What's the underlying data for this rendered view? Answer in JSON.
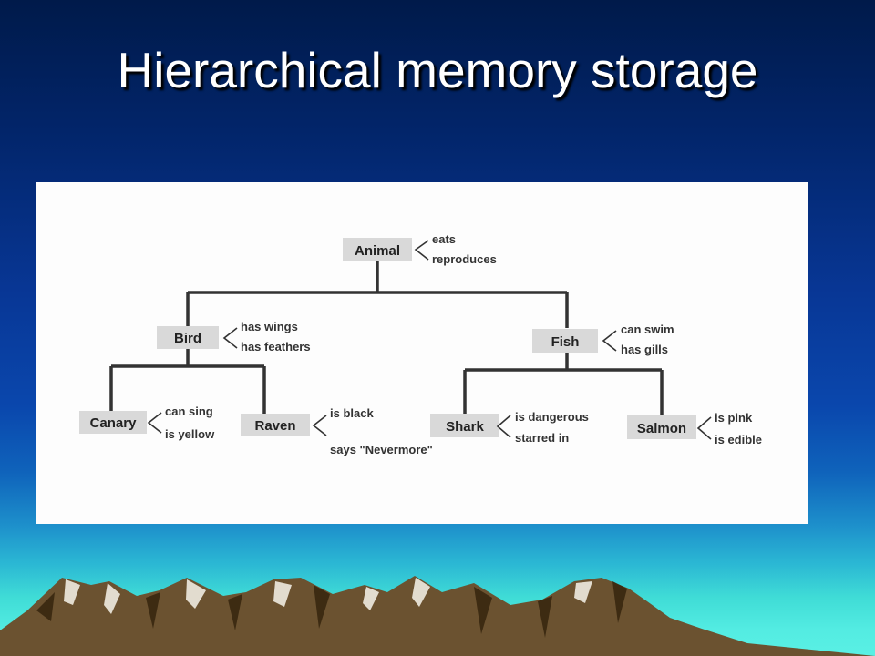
{
  "slide": {
    "title": "Hierarchical memory storage"
  },
  "diagram": {
    "nodes": {
      "animal": {
        "label": "Animal",
        "properties": [
          "eats",
          "reproduces"
        ]
      },
      "bird": {
        "label": "Bird",
        "properties": [
          "has wings",
          "has feathers"
        ]
      },
      "fish": {
        "label": "Fish",
        "properties": [
          "can swim",
          "has gills"
        ]
      },
      "canary": {
        "label": "Canary",
        "properties": [
          "can sing",
          "is yellow"
        ]
      },
      "raven": {
        "label": "Raven",
        "properties": [
          "is black",
          "says \"Nevermore\""
        ]
      },
      "shark": {
        "label": "Shark",
        "properties": [
          "is dangerous",
          "starred in"
        ]
      },
      "salmon": {
        "label": "Salmon",
        "properties": [
          "is pink",
          "is edible"
        ]
      }
    },
    "edges": [
      [
        "Animal",
        "Bird"
      ],
      [
        "Animal",
        "Fish"
      ],
      [
        "Bird",
        "Canary"
      ],
      [
        "Bird",
        "Raven"
      ],
      [
        "Fish",
        "Shark"
      ],
      [
        "Fish",
        "Salmon"
      ]
    ]
  },
  "colors": {
    "background_top": "#001a4a",
    "background_bottom": "#5af0e4",
    "panel": "#fdfdfd",
    "node_fill": "#d9d9d9",
    "mountain": "#6b5230"
  }
}
